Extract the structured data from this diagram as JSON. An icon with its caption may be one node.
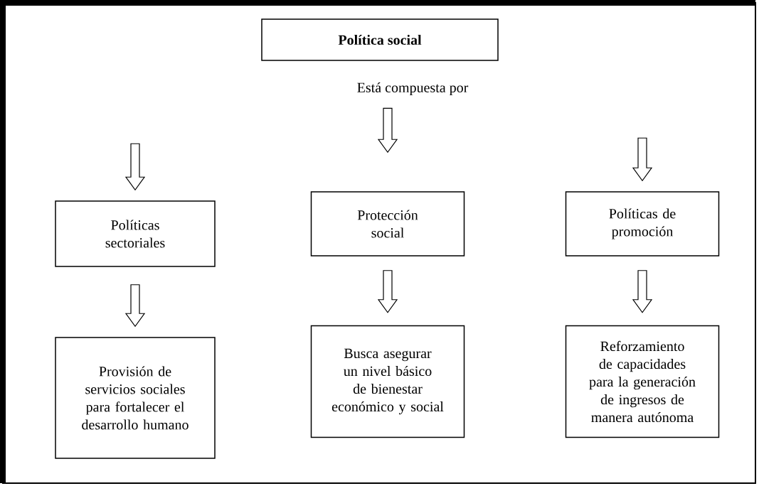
{
  "diagram": {
    "nodes": [
      {
        "text": [
          "Política social"
        ]
      },
      {
        "text": [
          "Está compuesta por"
        ]
      },
      {
        "text": [
          "Políticas sectoriales"
        ]
      },
      {
        "text": [
          "Protección social"
        ]
      },
      {
        "text": [
          "Políticas de promoción"
        ]
      },
      {
        "text": [
          "Provisión de servicios sociales para fortalecer el desarrollo humano"
        ]
      },
      {
        "text": [
          "Busca asegurar un nivel básico de bienestar económico y social"
        ]
      },
      {
        "text": [
          "Reforzamiento de capacidades para la generación de ingresos de manera autónoma"
        ]
      }
    ],
    "edges": [
      {
        "from": null,
        "to": 2,
        "arrow": "to"
      },
      {
        "from": 1,
        "to": 3,
        "arrow": "to"
      },
      {
        "from": null,
        "to": 4,
        "arrow": "to"
      },
      {
        "from": 2,
        "to": 5,
        "arrow": "to"
      },
      {
        "from": 3,
        "to": 6,
        "arrow": "to"
      },
      {
        "from": 4,
        "to": 7,
        "arrow": "to"
      }
    ]
  }
}
